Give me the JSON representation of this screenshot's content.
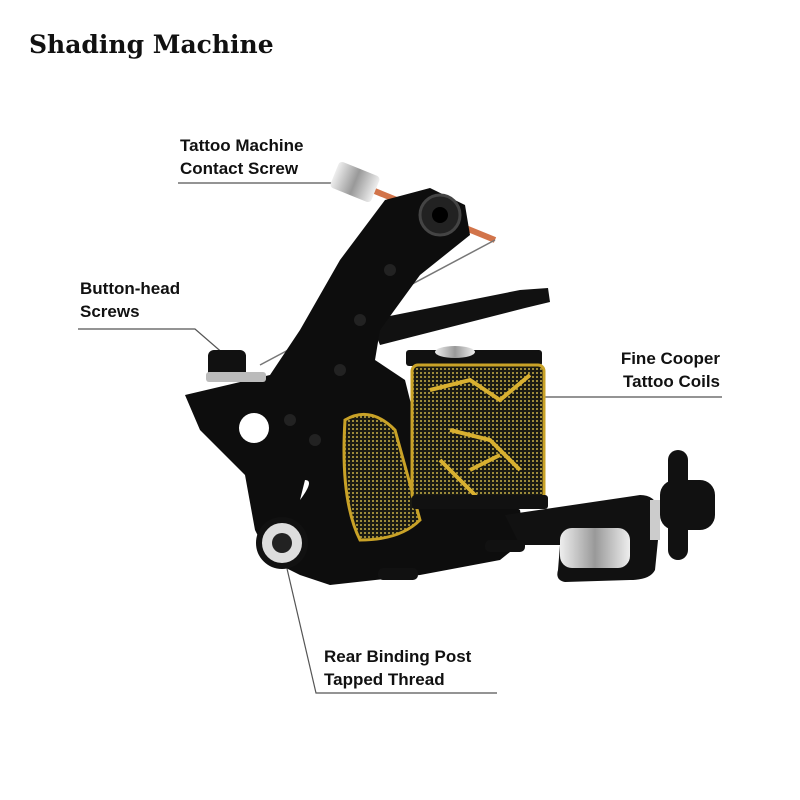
{
  "title": "Shading Machine",
  "callouts": [
    {
      "line1": "Tattoo Machine",
      "line2": "Contact Screw"
    },
    {
      "line1": "Button-head",
      "line2": "Screws"
    },
    {
      "line1": "Fine Cooper",
      "line2": "Tattoo Coils"
    },
    {
      "line1": "Rear Binding Post",
      "line2": "Tapped Thread"
    }
  ],
  "colors": {
    "frame": "#0d0d0d",
    "coil_gold": "#c9a227",
    "contact_copper": "#d2744a",
    "leader": "#555555"
  }
}
